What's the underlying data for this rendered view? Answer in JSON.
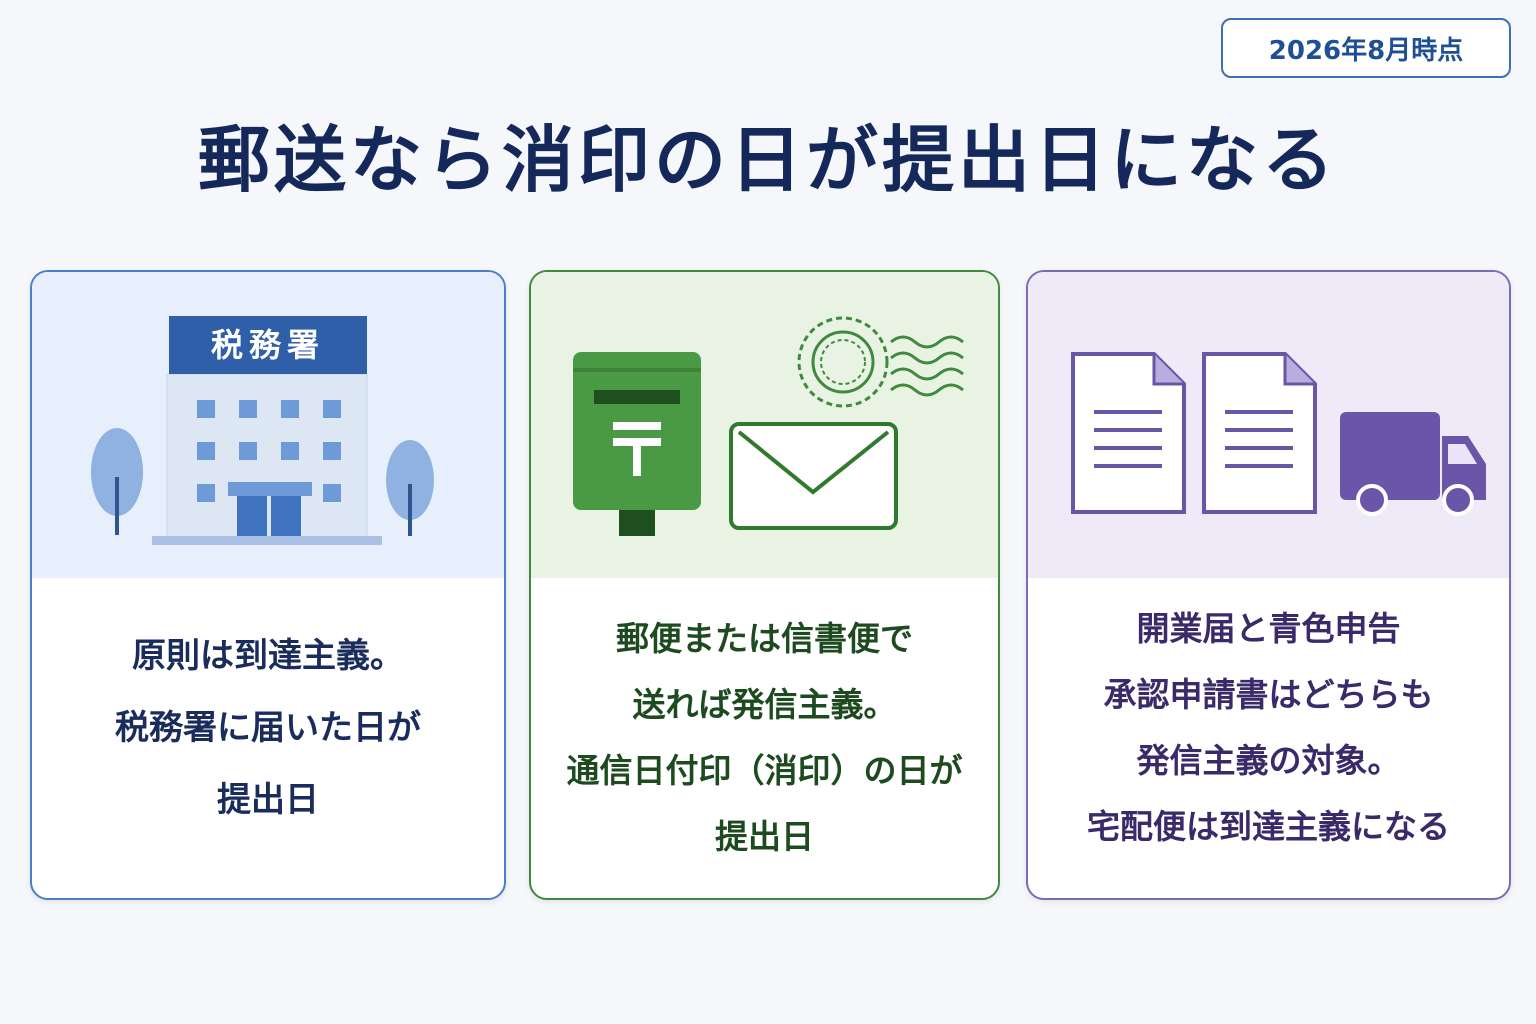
{
  "badge": "2026年8月時点",
  "title": "郵送なら消印の日が提出日になる",
  "cards": [
    {
      "sign": "税務署",
      "lines": [
        "原則は到達主義。",
        "税務署に届いた日が",
        "提出日"
      ]
    },
    {
      "lines": [
        "郵便または信書便で",
        "送れば発信主義。",
        "通信日付印（消印）の日が",
        "提出日"
      ]
    },
    {
      "lines": [
        "開業届と青色申告",
        "承認申請書はどちらも",
        "発信主義の対象。",
        "宅配便は到達主義になる"
      ]
    }
  ],
  "colors": {
    "blue": "#4d7fc6",
    "green": "#3f8a3c",
    "purple": "#7c6bb5",
    "navy": "#14285a"
  },
  "icons": [
    "tax-office-building-icon",
    "tree-icon",
    "post-box-icon",
    "postmark-icon",
    "envelope-icon",
    "document-icon",
    "delivery-truck-icon"
  ]
}
